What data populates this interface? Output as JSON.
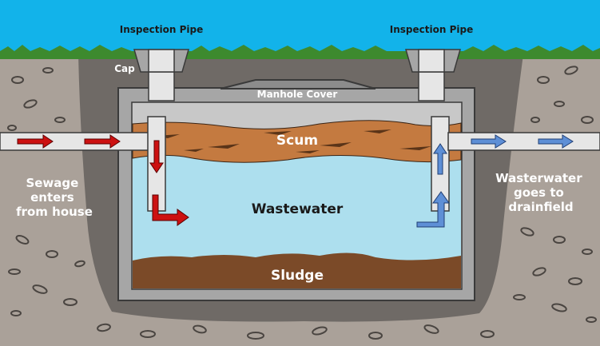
{
  "labels": {
    "inspection_pipe_left": "Inspection Pipe",
    "inspection_pipe_right": "Inspection Pipe",
    "cap": "Cap",
    "manhole_cover": "Manhole Cover",
    "scum": "Scum",
    "wastewater": "Wastewater",
    "sludge": "Sludge",
    "sewage_in": [
      "Sewage",
      "enters",
      "from house"
    ],
    "wastewater_out": [
      "Wasterwater",
      "goes to",
      "drainfield"
    ]
  },
  "colors": {
    "sky": "#12b3ea",
    "grass": "#3d8a2e",
    "soil": "#aaa199",
    "dark_soil": "#6f6a66",
    "tank_wall": "#a6a6a6",
    "tank_outline": "#3a3a3a",
    "pipe": "#e6e6e6",
    "scum": "#c47a40",
    "wastewater": "#addfee",
    "sludge": "#7b4a28",
    "inflow_arrow": "#cc1111",
    "outflow_arrow": "#5e8fd6"
  }
}
